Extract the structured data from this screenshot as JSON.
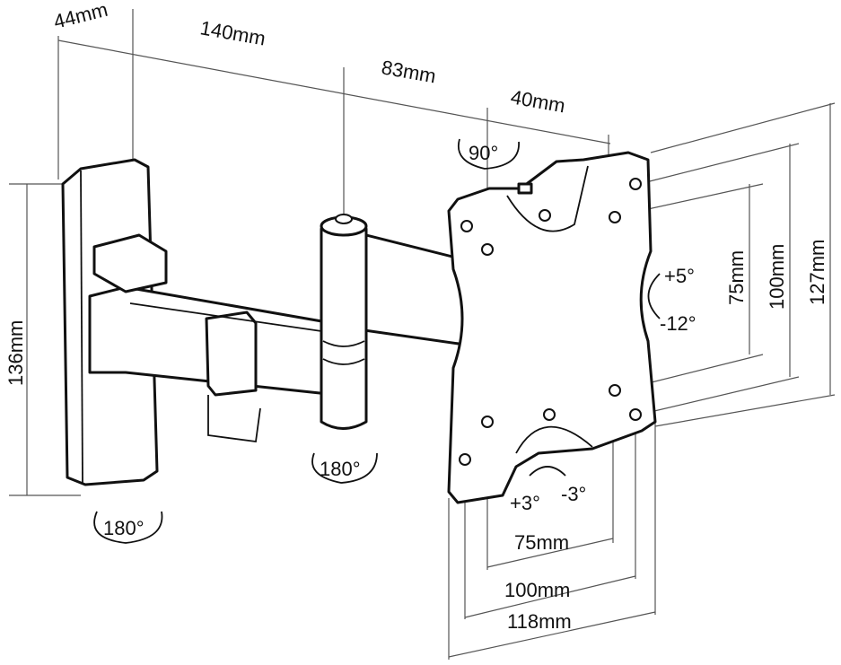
{
  "title": "Swivel TV wall mount dimensions",
  "dimensions": {
    "wall_depth": "44mm",
    "arm_length_1": "140mm",
    "arm_length_2": "83mm",
    "plate_offset": "40mm",
    "wall_plate_height": "136mm",
    "vesa_v_inner": "75mm",
    "vesa_v_outer": "100mm",
    "plate_height": "127mm",
    "vesa_h_inner": "75mm",
    "vesa_h_outer": "100mm",
    "plate_width": "118mm"
  },
  "rotations": {
    "plate_swivel": "90°",
    "arm_swivel": "180°",
    "wall_swivel": "180°",
    "tilt_up": "+5°",
    "tilt_down": "-12°",
    "level_plus": "+3°",
    "level_minus": "-3°"
  }
}
